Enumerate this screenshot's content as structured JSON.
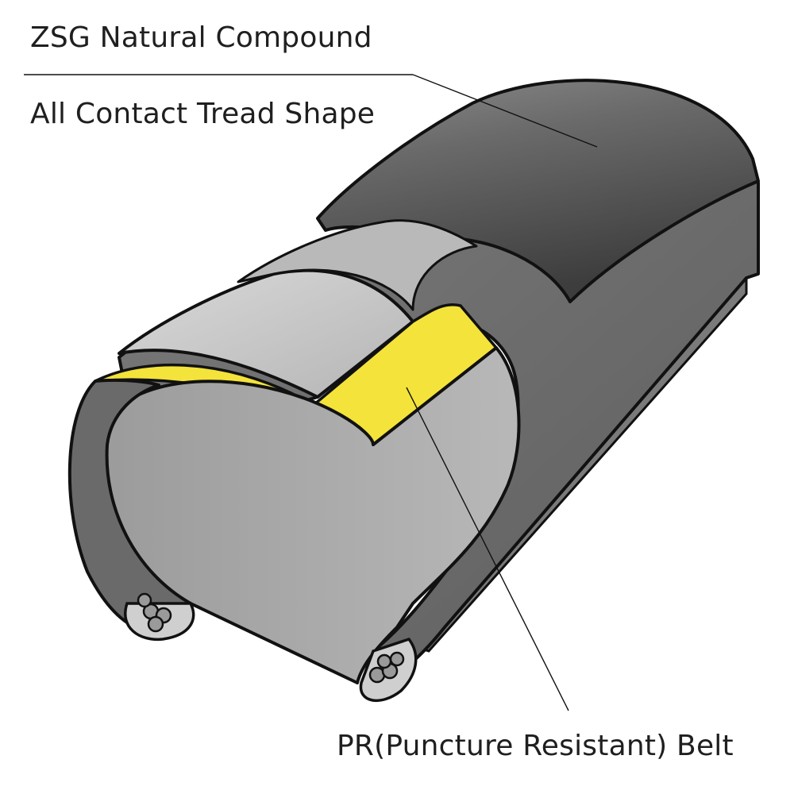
{
  "labels": {
    "compound": "ZSG Natural Compound",
    "tread": "All Contact Tread Shape",
    "belt": "PR(Puncture Resistant) Belt"
  },
  "colors": {
    "tread_dark": "#575757",
    "tread_highlight": "#8d8d8d",
    "casing": "#6e6e6e",
    "inner_light": "#cfcfcf",
    "inner_mid": "#a9a9a9",
    "belt_yellow": "#f4e33a",
    "outline": "#111111"
  }
}
